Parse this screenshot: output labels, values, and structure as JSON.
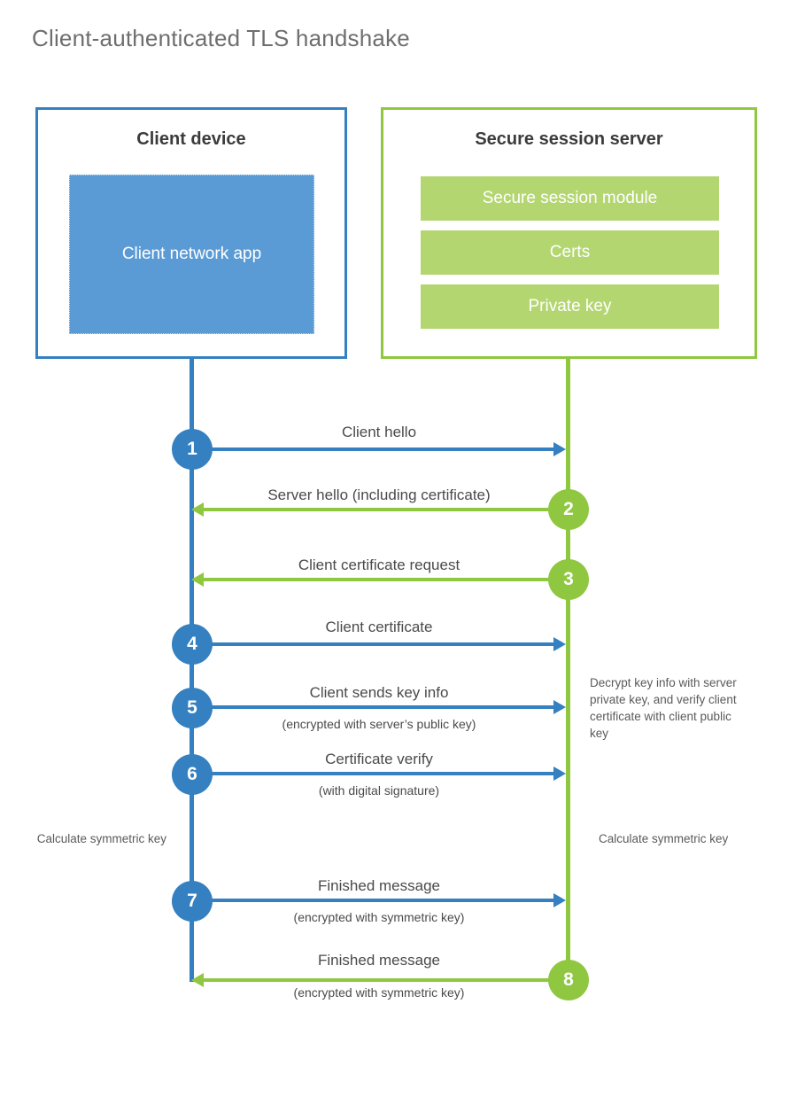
{
  "diagram": {
    "title": "Client-authenticated TLS handshake",
    "colors": {
      "client_blue": "#3480c0",
      "client_app_blue": "#5b9bd5",
      "server_green": "#8fc740",
      "server_bar_green": "#b4d671",
      "title_gray": "#6e6e6e",
      "text_gray": "#4a4a4a"
    }
  },
  "actors": {
    "client": {
      "title": "Client device",
      "app_label": "Client network app"
    },
    "server": {
      "title": "Secure session server",
      "components": [
        {
          "label": "Secure session module"
        },
        {
          "label": "Certs"
        },
        {
          "label": "Private key"
        }
      ]
    }
  },
  "steps": [
    {
      "number": "1",
      "label": "Client hello",
      "sub": "",
      "direction": "client-to-server",
      "color": "blue"
    },
    {
      "number": "2",
      "label": "Server hello (including certificate)",
      "sub": "",
      "direction": "server-to-client",
      "color": "green"
    },
    {
      "number": "3",
      "label": "Client certificate request",
      "sub": "",
      "direction": "server-to-client",
      "color": "green"
    },
    {
      "number": "4",
      "label": "Client certificate",
      "sub": "",
      "direction": "client-to-server",
      "color": "blue"
    },
    {
      "number": "5",
      "label": "Client sends key info",
      "sub": "(encrypted with server’s public key)",
      "direction": "client-to-server",
      "color": "blue"
    },
    {
      "number": "6",
      "label": "Certificate verify",
      "sub": "(with digital signature)",
      "direction": "client-to-server",
      "color": "blue"
    },
    {
      "number": "7",
      "label": "Finished message",
      "sub": "(encrypted with symmetric key)",
      "direction": "client-to-server",
      "color": "blue"
    },
    {
      "number": "8",
      "label": "Finished message",
      "sub": "(encrypted with symmetric key)",
      "direction": "server-to-client",
      "color": "green"
    }
  ],
  "notes": {
    "decrypt": "Decrypt key info with server private key, and verify client certificate with client public key",
    "calculate_client": "Calculate symmetric key",
    "calculate_server": "Calculate symmetric key"
  }
}
